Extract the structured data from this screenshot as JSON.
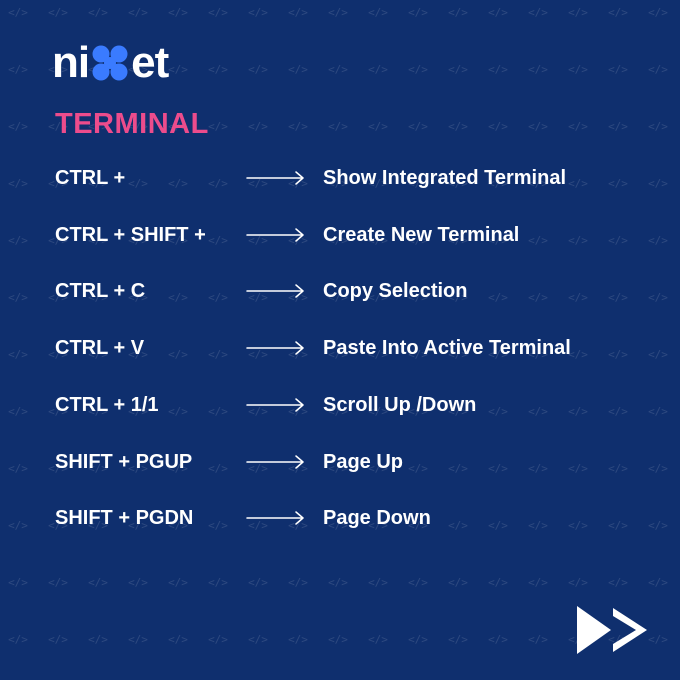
{
  "brand": {
    "text_left": "ni",
    "text_right": "et",
    "logo_mark_color": "#3a7bff"
  },
  "section_title": "TERMINAL",
  "shortcuts": [
    {
      "keys": "CTRL +",
      "action": "Show Integrated Terminal"
    },
    {
      "keys": "CTRL + SHIFT +",
      "action": "Create New Terminal"
    },
    {
      "keys": "CTRL + C",
      "action": "Copy Selection"
    },
    {
      "keys": "CTRL + V",
      "action": "Paste Into Active Terminal"
    },
    {
      "keys": "CTRL + 1/1",
      "action": "Scroll Up /Down"
    },
    {
      "keys": "SHIFT + PGUP",
      "action": "Page Up"
    },
    {
      "keys": "SHIFT + PGDN",
      "action": "Page Down"
    }
  ],
  "pattern_glyph": "</>",
  "next_icon": "double-chevron-right-icon",
  "colors": {
    "background": "#0f2f6e",
    "title": "#ec4c8c",
    "text": "#ffffff",
    "accent": "#3a7bff"
  }
}
